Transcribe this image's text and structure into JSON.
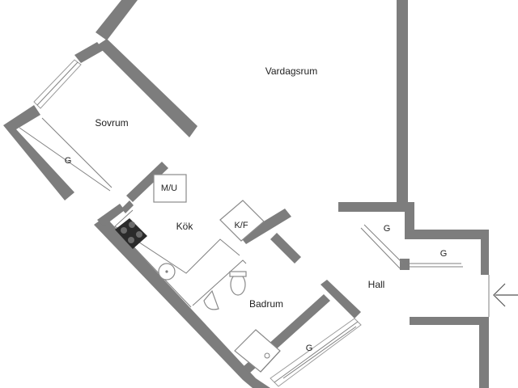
{
  "rooms": {
    "living": "Vardagsrum",
    "bedroom": "Sovrum",
    "kitchen": "Kök",
    "bathroom": "Badrum",
    "hall": "Hall"
  },
  "labels": {
    "bedroom_wardrobe": "G",
    "hall_closet_left": "G",
    "hall_closet_right": "G",
    "bath_wardrobe": "G",
    "washer": "M/U",
    "fridge": "K/F"
  },
  "icons": {
    "entrance": "arrow-left-icon"
  }
}
